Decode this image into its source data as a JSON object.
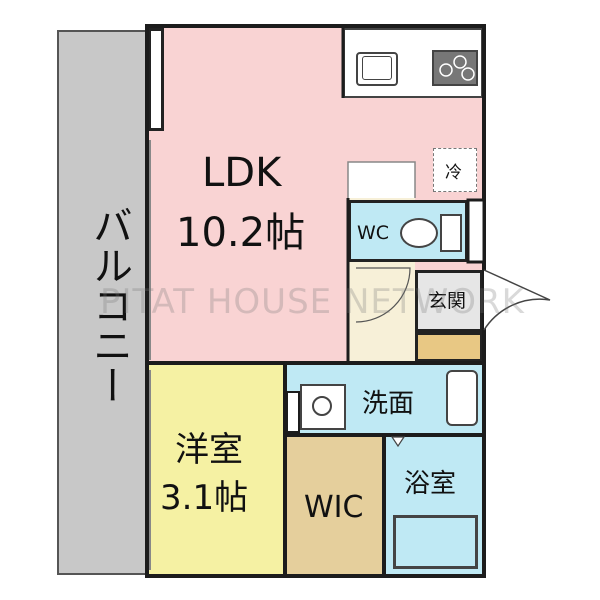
{
  "rooms": {
    "balcony": {
      "label": "バルコニー",
      "color": "#c8c8c8"
    },
    "ldk": {
      "label": "LDK",
      "size": "10.2帖",
      "color": "#f9d3d3"
    },
    "wc": {
      "label": "WC",
      "color": "#bfe9f4"
    },
    "entrance": {
      "label": "玄関",
      "color": "#e6e6e6"
    },
    "western_room": {
      "label": "洋室",
      "size": "3.1帖",
      "color": "#f5f1a3"
    },
    "wic": {
      "label": "WIC",
      "color": "#e5cf9c"
    },
    "washroom": {
      "label": "洗面",
      "color": "#bfe9f4"
    },
    "bathroom": {
      "label": "浴室",
      "color": "#bfe9f4"
    },
    "hallway": {
      "color": "#f7f0d8"
    },
    "entry_floor": {
      "color": "#e8c884"
    }
  },
  "fixtures": {
    "fridge": "冷"
  },
  "watermark": "PITAT HOUSE NETWORK"
}
